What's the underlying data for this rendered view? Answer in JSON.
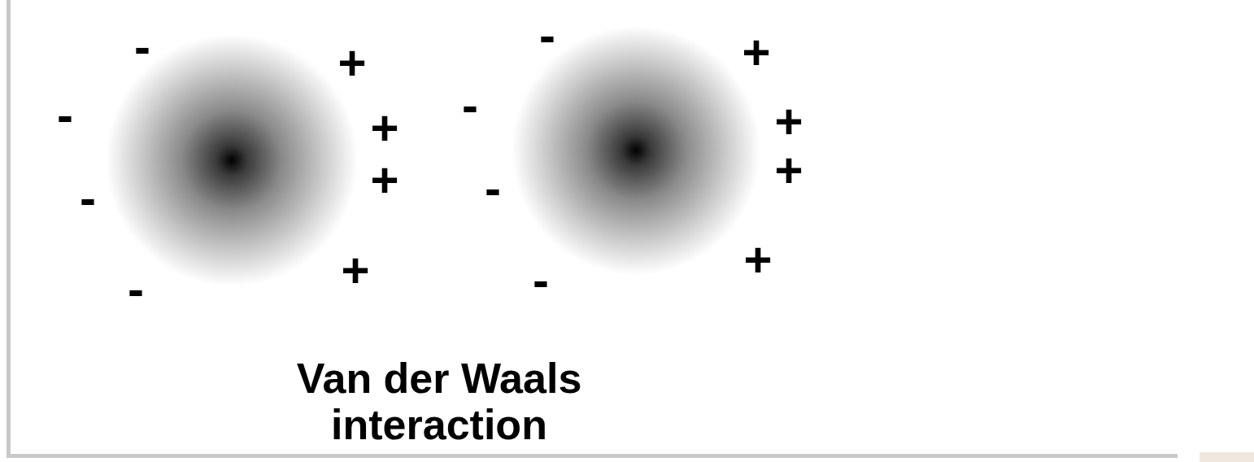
{
  "diagram": {
    "caption": "Van der Waals interaction",
    "labels": [
      "-",
      "-",
      "-",
      "-",
      "+",
      "+",
      "+",
      "+",
      "-",
      "-",
      "-",
      "-",
      "+",
      "+",
      "+",
      "+"
    ]
  }
}
